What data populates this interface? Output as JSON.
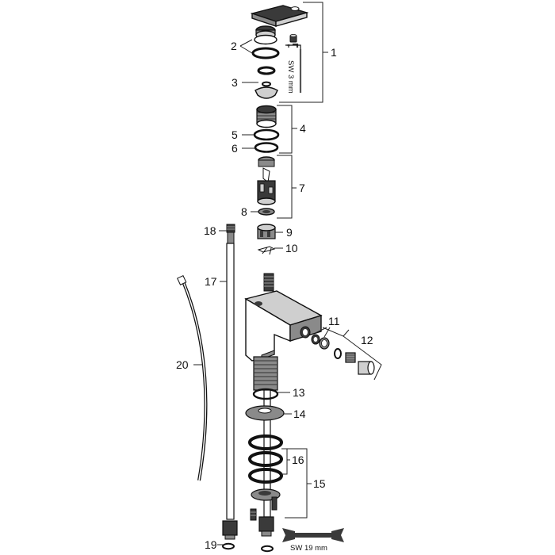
{
  "labels": {
    "p1": "1",
    "p2": "2",
    "p3": "3",
    "p4": "4",
    "p5": "5",
    "p6": "6",
    "p7": "7",
    "p8": "8",
    "p9": "9",
    "p10": "10",
    "p11": "11",
    "p12": "12",
    "p13": "13",
    "p14": "14",
    "p15": "15",
    "p16": "16",
    "p17": "17",
    "p18": "18",
    "p19": "19",
    "p20": "20"
  },
  "tools": {
    "hex_key": "SW 3 mm",
    "wrench": "SW 19 mm"
  }
}
